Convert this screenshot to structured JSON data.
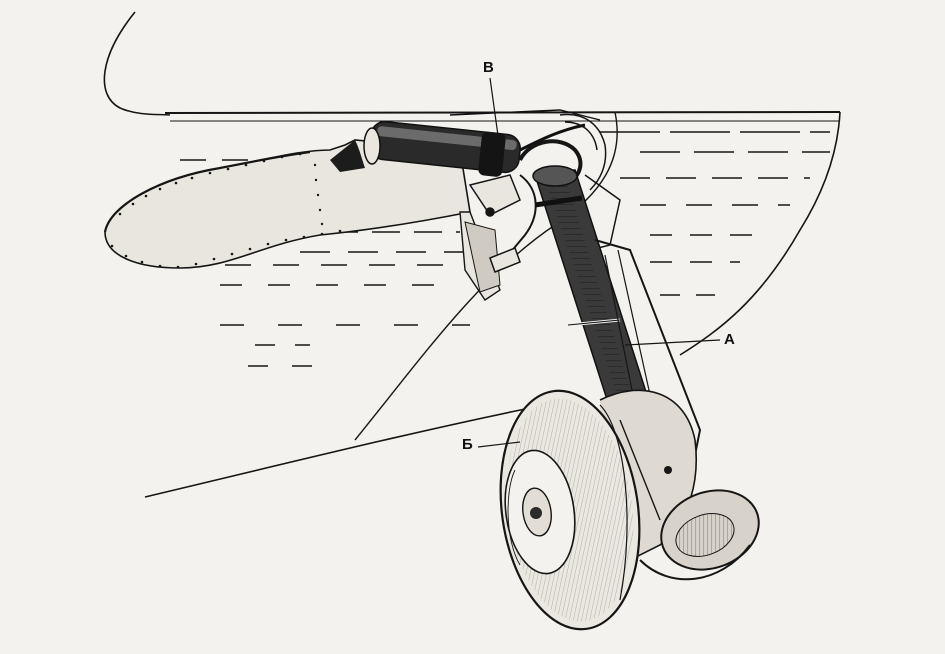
{
  "callouts": {
    "v": "В",
    "a": "А",
    "b": "Б"
  },
  "colors": {
    "ink": "#161616",
    "paper": "#f4f2ee",
    "metal_dark": "#2a2a2a"
  }
}
